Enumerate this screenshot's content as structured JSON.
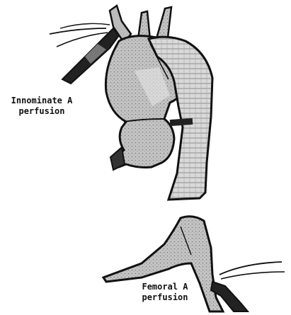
{
  "labels": {
    "innominate_line1": "Innominate A",
    "innominate_line2": "perfusion",
    "femoral_line1": "Femoral A",
    "femoral_line2": "perfusion"
  },
  "colors": {
    "ink": "#111111",
    "fill_light": "#d9d9d9",
    "fill_mid": "#b8b8b8",
    "background": "#ffffff"
  }
}
